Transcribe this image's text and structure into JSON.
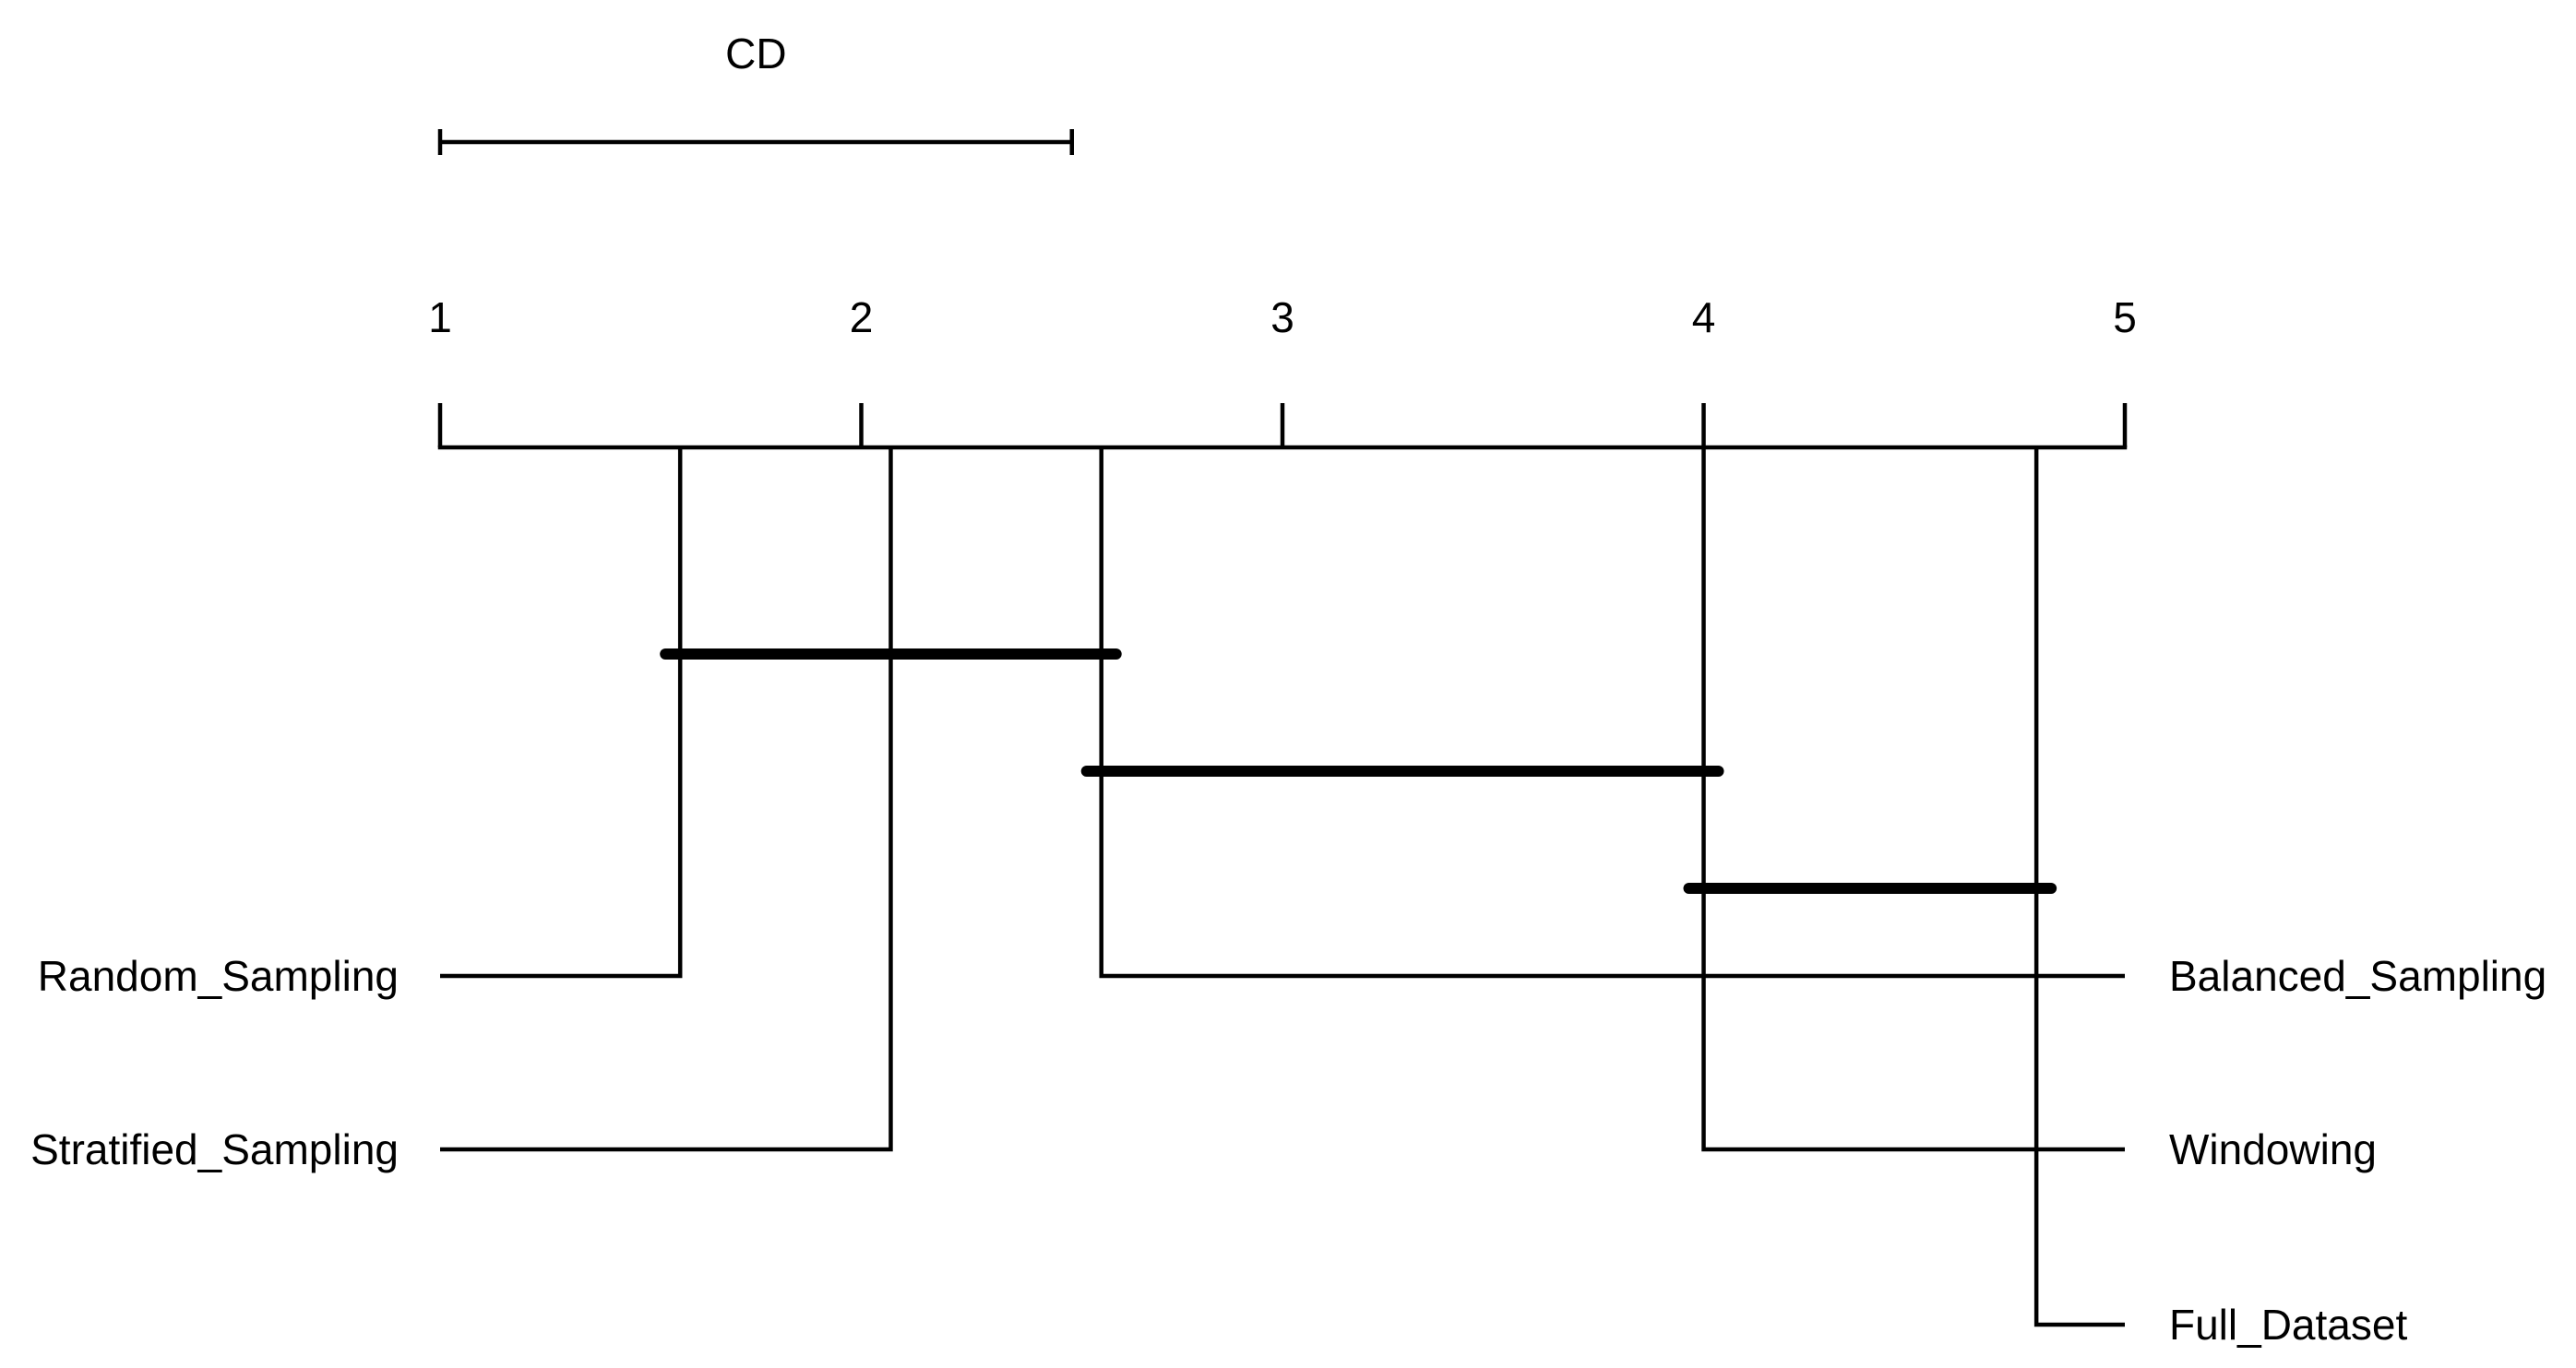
{
  "chart_data": {
    "type": "critical-difference-diagram",
    "cd_label": "CD",
    "cd_value": 1.5,
    "axis": {
      "min": 1,
      "max": 5,
      "ticks": [
        1,
        2,
        3,
        4,
        5
      ],
      "tick_labels": [
        "1",
        "2",
        "3",
        "4",
        "5"
      ]
    },
    "methods": [
      {
        "name": "Random_Sampling",
        "rank": 1.57,
        "side": "left"
      },
      {
        "name": "Stratified_Sampling",
        "rank": 2.07,
        "side": "left"
      },
      {
        "name": "Balanced_Sampling",
        "rank": 2.57,
        "side": "right"
      },
      {
        "name": "Windowing",
        "rank": 4.0,
        "side": "right"
      },
      {
        "name": "Full_Dataset",
        "rank": 4.79,
        "side": "right"
      }
    ],
    "cliques": [
      {
        "from": 1.57,
        "to": 2.57
      },
      {
        "from": 2.57,
        "to": 4.0
      },
      {
        "from": 4.0,
        "to": 4.79
      }
    ]
  }
}
